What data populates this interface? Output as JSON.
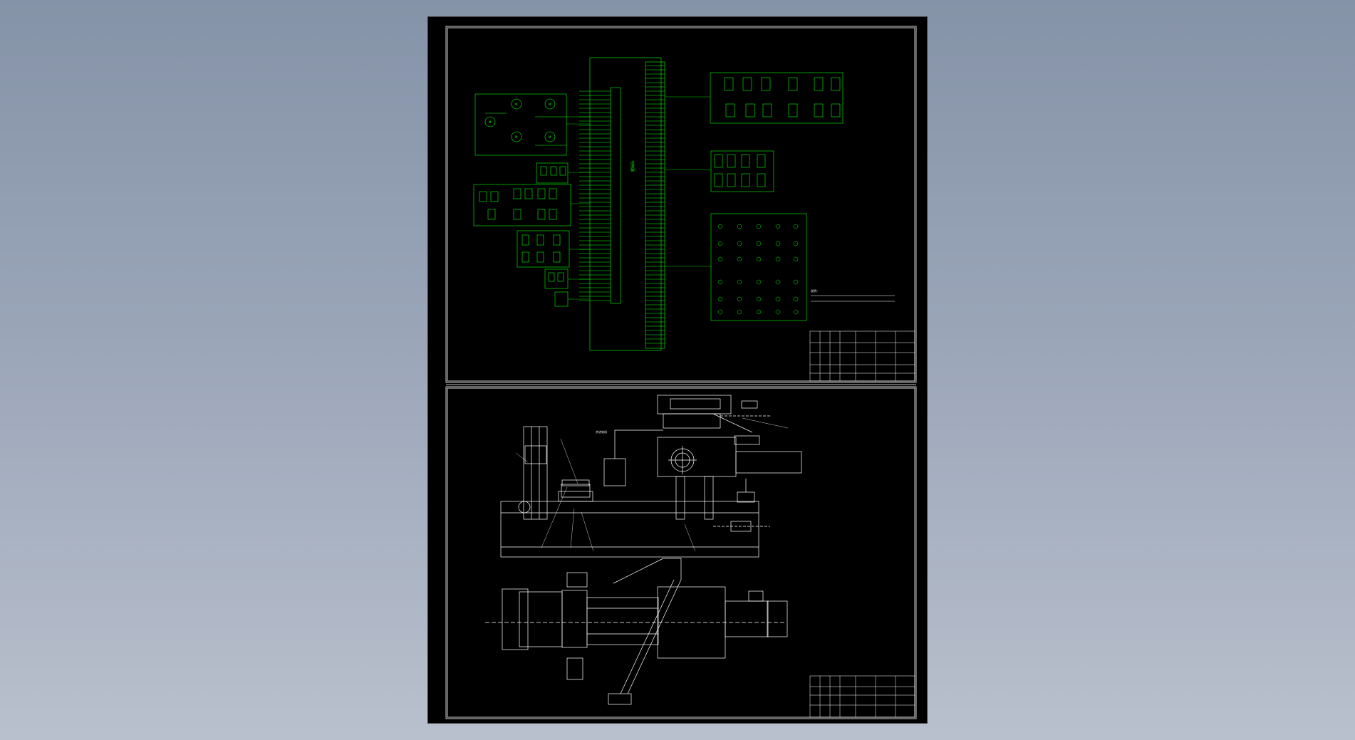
{
  "viewer": {
    "background_top": "#8593a8",
    "background_bottom": "#b9c0cd",
    "sheet_color": "#000000",
    "line_colors": {
      "green": "#00ff00",
      "white": "#ffffff",
      "magenta": "#ff00ff"
    }
  },
  "top_sheet": {
    "controller_label": "控制器",
    "notes_title": "说明："
  },
  "bottom_sheet": {
    "labels": {
      "stepper_motor": "步进电机"
    }
  }
}
